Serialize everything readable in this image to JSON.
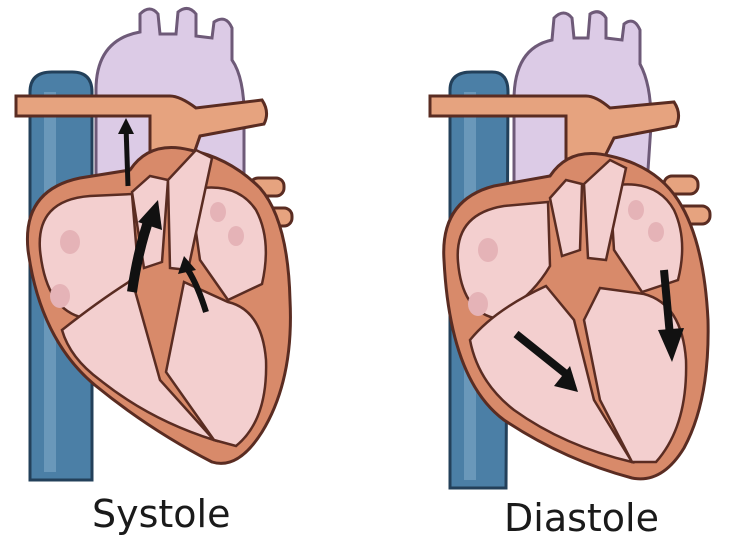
{
  "panels": [
    {
      "caption": "Systole",
      "state": "systole"
    },
    {
      "caption": "Diastole",
      "state": "diastole"
    }
  ],
  "colors": {
    "heart_wall": "#d88a6a",
    "heart_outline": "#5a2c22",
    "chamber": "#f3cfcf",
    "chamber_shadow": "#e5b3b7",
    "aorta": "#dccbe6",
    "aorta_outline": "#6e5a78",
    "pulmonary": "#e6a37f",
    "vena_cava": "#4b7fa6",
    "vena_cava_outline": "#23405a",
    "arrow": "#111111",
    "text": "#1a1a1a"
  }
}
